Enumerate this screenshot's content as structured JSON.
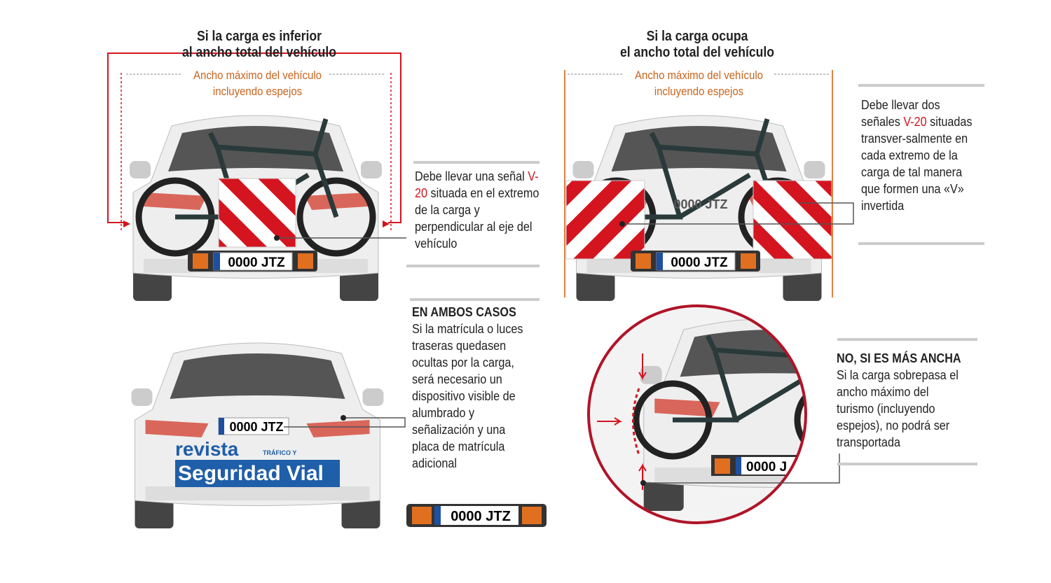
{
  "panel_left": {
    "title_line1": "Si la carga es inferior",
    "title_line2": "al ancho total del vehículo",
    "width_label_line1": "Ancho máximo del vehículo",
    "width_label_line2": "incluyendo espejos",
    "plate": "0000 JTZ",
    "note_before": "Debe llevar una señal",
    "note_signal": "V-20",
    "note_after": " situada en el extremo de la carga  y  perpendicular al eje del vehículo"
  },
  "panel_right": {
    "title_line1": "Si la carga ocupa",
    "title_line2": "el ancho total del vehículo",
    "width_label_line1": "Ancho máximo del vehículo",
    "width_label_line2": "incluyendo espejos",
    "plate": "0000 JTZ",
    "plate_hidden": "0000 JTZ",
    "note_before": "Debe llevar dos señales ",
    "note_signal": "V-20",
    "note_after": " situadas transver-salmente en cada extremo de la carga de tal manera que formen una «V» invertida"
  },
  "panel_both": {
    "heading": "EN AMBOS CASOS",
    "text": "Si la matrícula o luces traseras quedasen ocultas por la carga, será necesario un dispositivo visible de alumbrado y señalización y una placa de matrícula adicional",
    "car_plate": "0000 JTZ",
    "extra_plate": "0000 JTZ"
  },
  "panel_no": {
    "heading": "NO, SI ES MÁS ANCHA",
    "text": "Si la carga sobrepasa el ancho máximo del turismo (incluyendo espejos), no podrá ser transportada",
    "plate": "0000 J"
  },
  "logo": {
    "line1": "revista",
    "line2": "TRÁFICO Y",
    "line3": "Seguridad Vial"
  },
  "colors": {
    "red": "#d4141f",
    "orange": "#c8641e",
    "car": "#eeeeee",
    "logo_blue": "#1f5ea8"
  }
}
